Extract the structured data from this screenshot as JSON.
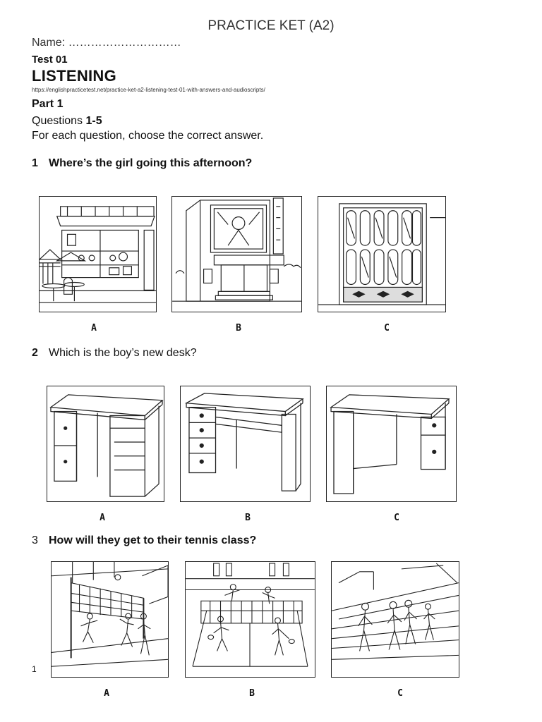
{
  "header": {
    "title": "PRACTICE KET (A2)",
    "name_line": "Name: …………………………",
    "test": "Test 01",
    "section": "LISTENING",
    "url": "https://englishpracticetest.net/practice-ket-a2-listening-test-01-with-answers-and-audioscripts/"
  },
  "part": {
    "label": "Part 1",
    "questions_prefix": "Questions ",
    "questions_range": "1-5",
    "instruction": "For each question, choose the correct answer."
  },
  "questions": [
    {
      "number": "1",
      "text": "Where’s the girl going this afternoon?",
      "options": [
        "A",
        "B",
        "C"
      ]
    },
    {
      "number": "2",
      "text": "Which is the boy’s new desk?",
      "options": [
        "A",
        "B",
        "C"
      ]
    },
    {
      "number": "3",
      "text": "How will they get to their tennis class?",
      "options": [
        "A",
        "B",
        "C"
      ]
    }
  ],
  "footer": {
    "page_number": "1"
  }
}
